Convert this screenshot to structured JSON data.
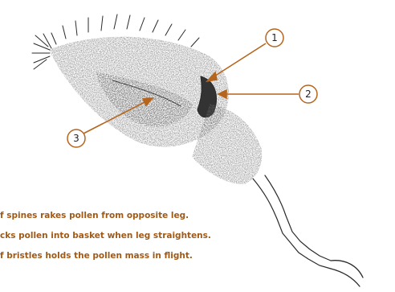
{
  "colors": {
    "accent": "#b5651d",
    "caption_text": "#a05a18",
    "sketch": "#2a2a2a"
  },
  "callouts": [
    {
      "number": "1"
    },
    {
      "number": "2"
    },
    {
      "number": "3"
    }
  ],
  "captions": [
    {
      "text": "f spines rakes pollen from opposite leg."
    },
    {
      "text": "cks pollen into basket when leg straightens."
    },
    {
      "text": "f bristles holds the pollen mass in flight."
    }
  ]
}
